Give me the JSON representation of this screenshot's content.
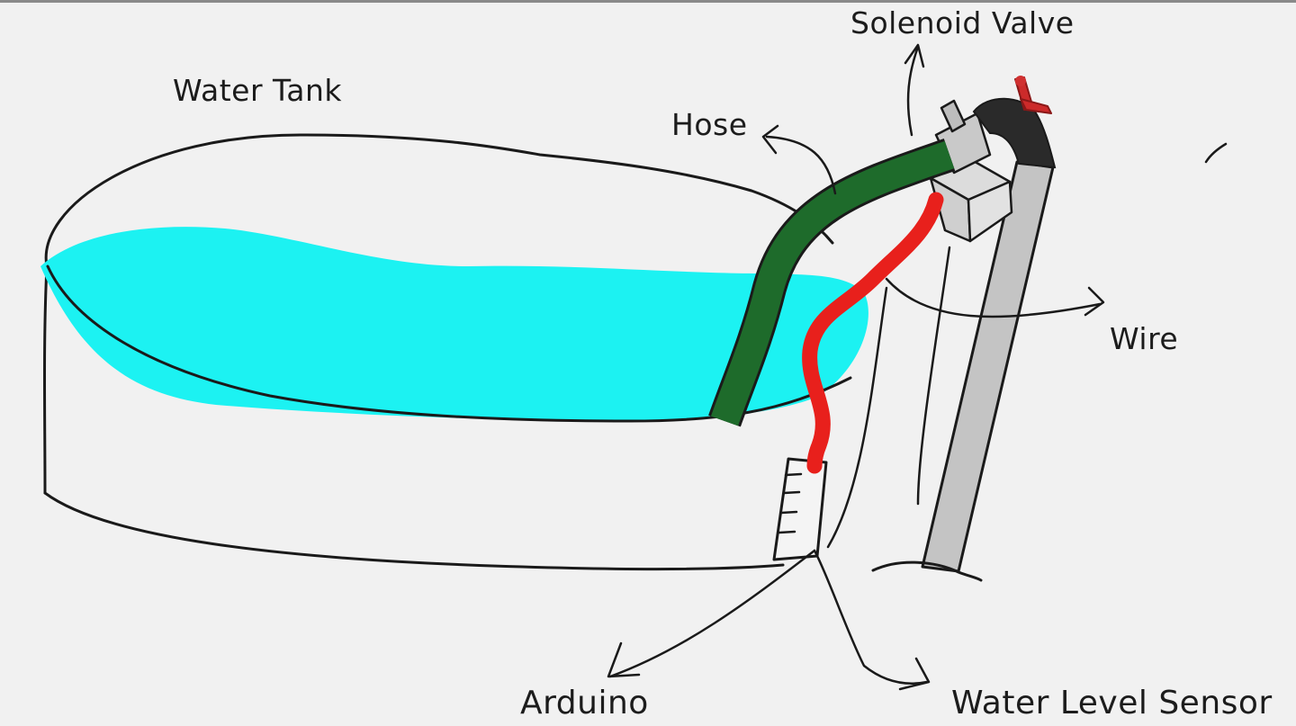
{
  "diagram": {
    "labels": {
      "water_tank": "Water Tank",
      "hose": "Hose",
      "solenoid_valve": "Solenoid Valve",
      "wire": "Wire",
      "arduino": "Arduino",
      "water_level_sensor": "Water Level Sensor"
    },
    "colors": {
      "paper": "#f1f1f1",
      "water": "#1cf2f2",
      "hose": "#1e6b2b",
      "wire": "#e8201c",
      "pipe": "#c4c4c4",
      "valve_body": "#d6d6d6",
      "valve_dark": "#2a2a2a",
      "valve_handle": "#cc2a2a",
      "ink": "#1a1a1a"
    }
  }
}
